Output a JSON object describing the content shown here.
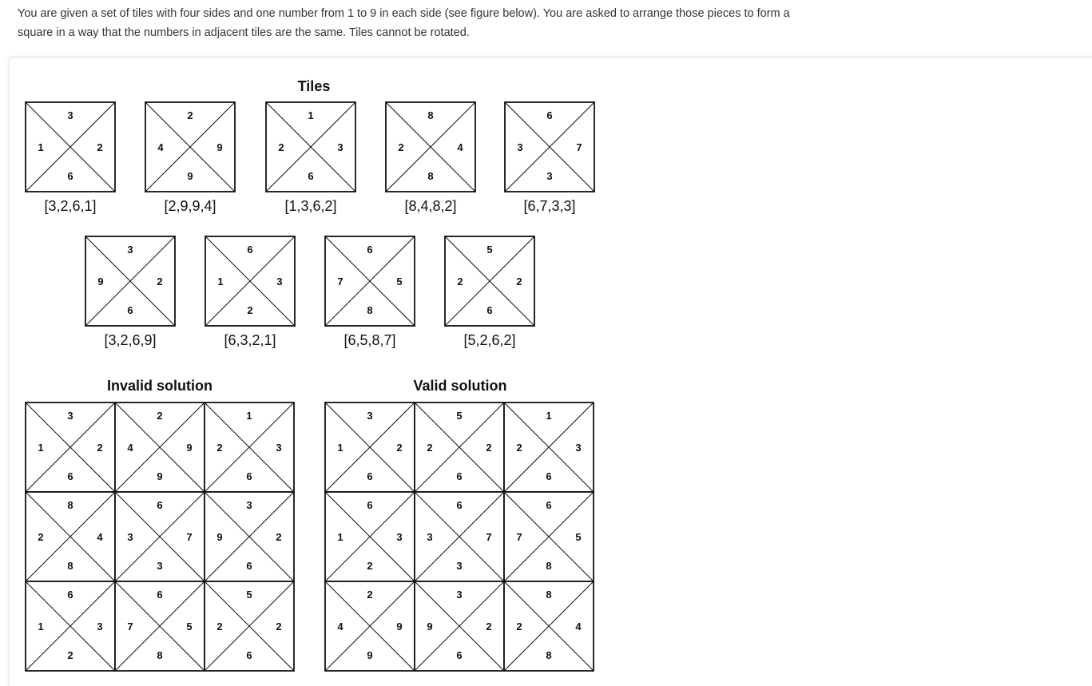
{
  "intro": {
    "text": "You are given a set of tiles with four sides and one number from 1 to 9 in each side (see figure below). You are asked to arrange those pieces to form a square in a way that the numbers in adjacent tiles are the same. Tiles cannot be rotated."
  },
  "figure": {
    "tiles_heading": "Tiles",
    "invalid_heading": "Invalid solution",
    "valid_heading": "Valid solution",
    "tiles": [
      {
        "top": "3",
        "right": "2",
        "bottom": "6",
        "left": "1",
        "caption": "[3,2,6,1]"
      },
      {
        "top": "2",
        "right": "9",
        "bottom": "9",
        "left": "4",
        "caption": "[2,9,9,4]"
      },
      {
        "top": "1",
        "right": "3",
        "bottom": "6",
        "left": "2",
        "caption": "[1,3,6,2]"
      },
      {
        "top": "8",
        "right": "4",
        "bottom": "8",
        "left": "2",
        "caption": "[8,4,8,2]"
      },
      {
        "top": "6",
        "right": "7",
        "bottom": "3",
        "left": "3",
        "caption": "[6,7,3,3]"
      },
      {
        "top": "3",
        "right": "2",
        "bottom": "6",
        "left": "9",
        "caption": "[3,2,6,9]"
      },
      {
        "top": "6",
        "right": "3",
        "bottom": "2",
        "left": "1",
        "caption": "[6,3,2,1]"
      },
      {
        "top": "6",
        "right": "5",
        "bottom": "8",
        "left": "7",
        "caption": "[6,5,8,7]"
      },
      {
        "top": "5",
        "right": "2",
        "bottom": "6",
        "left": "2",
        "caption": "[5,2,6,2]"
      }
    ],
    "invalid_grid": [
      [
        {
          "top": "3",
          "right": "2",
          "bottom": "6",
          "left": "1"
        },
        {
          "top": "2",
          "right": "9",
          "bottom": "9",
          "left": "4"
        },
        {
          "top": "1",
          "right": "3",
          "bottom": "6",
          "left": "2"
        }
      ],
      [
        {
          "top": "8",
          "right": "4",
          "bottom": "8",
          "left": "2"
        },
        {
          "top": "6",
          "right": "7",
          "bottom": "3",
          "left": "3"
        },
        {
          "top": "3",
          "right": "2",
          "bottom": "6",
          "left": "9"
        }
      ],
      [
        {
          "top": "6",
          "right": "3",
          "bottom": "2",
          "left": "1"
        },
        {
          "top": "6",
          "right": "5",
          "bottom": "8",
          "left": "7"
        },
        {
          "top": "5",
          "right": "2",
          "bottom": "6",
          "left": "2"
        }
      ]
    ],
    "valid_grid": [
      [
        {
          "top": "3",
          "right": "2",
          "bottom": "6",
          "left": "1"
        },
        {
          "top": "5",
          "right": "2",
          "bottom": "6",
          "left": "2"
        },
        {
          "top": "1",
          "right": "3",
          "bottom": "6",
          "left": "2"
        }
      ],
      [
        {
          "top": "6",
          "right": "3",
          "bottom": "2",
          "left": "1"
        },
        {
          "top": "6",
          "right": "7",
          "bottom": "3",
          "left": "3"
        },
        {
          "top": "6",
          "right": "5",
          "bottom": "8",
          "left": "7"
        }
      ],
      [
        {
          "top": "2",
          "right": "9",
          "bottom": "9",
          "left": "4"
        },
        {
          "top": "3",
          "right": "2",
          "bottom": "6",
          "left": "9"
        },
        {
          "top": "8",
          "right": "4",
          "bottom": "8",
          "left": "2"
        }
      ]
    ]
  }
}
